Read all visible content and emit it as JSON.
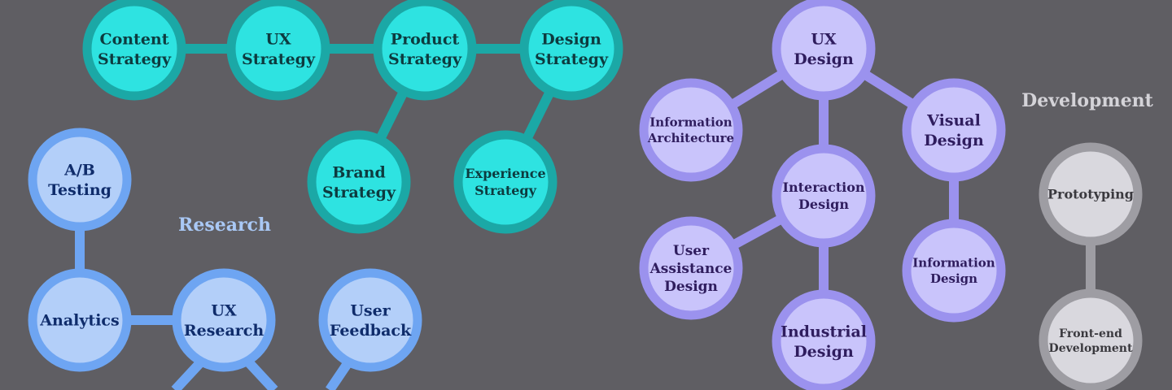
{
  "colors": {
    "background": "#5f5e63",
    "strategy": {
      "fill": "#2ee3e1",
      "stroke": "#1ba8a6",
      "text": "#0d3b3f"
    },
    "research": {
      "fill": "#b3cff9",
      "stroke": "#6ea5f2",
      "text": "#0f2c6b",
      "label": "#a9c8f5"
    },
    "design": {
      "fill": "#c9c4fb",
      "stroke": "#9b92ee",
      "text": "#2f1d5e"
    },
    "development": {
      "fill": "#d9d8de",
      "stroke": "#9e9da3",
      "text": "#3a393e",
      "label": "#d4d3d8"
    }
  },
  "labels": {
    "research": "Research",
    "development": "Development"
  },
  "nodes": {
    "content_strategy": [
      "Content",
      "Strategy"
    ],
    "ux_strategy": [
      "UX",
      "Strategy"
    ],
    "product_strategy": [
      "Product",
      "Strategy"
    ],
    "design_strategy": [
      "Design",
      "Strategy"
    ],
    "brand_strategy": [
      "Brand",
      "Strategy"
    ],
    "experience_strategy": [
      "Experience",
      "Strategy"
    ],
    "ab_testing": [
      "A/B",
      "Testing"
    ],
    "analytics": [
      "Analytics"
    ],
    "ux_research": [
      "UX",
      "Research"
    ],
    "user_feedback": [
      "User",
      "Feedback"
    ],
    "ux_design": [
      "UX",
      "Design"
    ],
    "information_architecture": [
      "Information",
      "Architecture"
    ],
    "visual_design": [
      "Visual",
      "Design"
    ],
    "interaction_design": [
      "Interaction",
      "Design"
    ],
    "user_assistance_design": [
      "User",
      "Assistance",
      "Design"
    ],
    "information_design": [
      "Information",
      "Design"
    ],
    "industrial_design": [
      "Industrial",
      "Design"
    ],
    "prototyping": [
      "Prototyping"
    ],
    "frontend_development": [
      "Front-end",
      "Development"
    ]
  }
}
